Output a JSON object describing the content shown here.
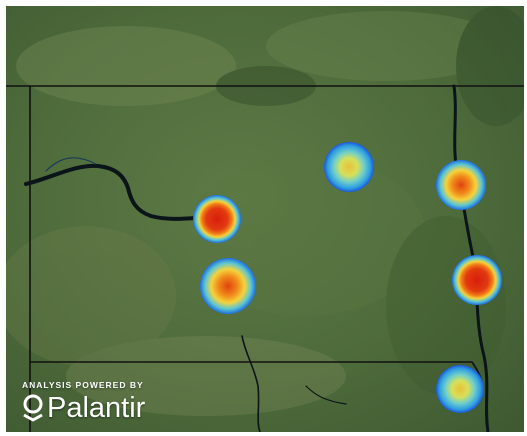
{
  "map": {
    "basemap": "satellite imagery",
    "boundary_color": "#111111",
    "water_color": "#0b1418"
  },
  "heat_layer": {
    "colors": {
      "hot": "#d81e0d",
      "warm": "#f07a16",
      "mid": "#f5d33c",
      "cool": "#5ec7d0",
      "cold": "#1d6fe0"
    },
    "hotspots": [
      {
        "id": "hotspot-1",
        "intensity": 0.92
      },
      {
        "id": "hotspot-2",
        "intensity": 0.82
      },
      {
        "id": "hotspot-3",
        "intensity": 0.32
      },
      {
        "id": "hotspot-4",
        "intensity": 0.7
      },
      {
        "id": "hotspot-5",
        "intensity": 0.88
      },
      {
        "id": "hotspot-6",
        "intensity": 0.35
      }
    ]
  },
  "branding": {
    "tagline": "ANALYSIS POWERED BY",
    "name": "Palantir",
    "icon": "palantir-logo-icon"
  }
}
